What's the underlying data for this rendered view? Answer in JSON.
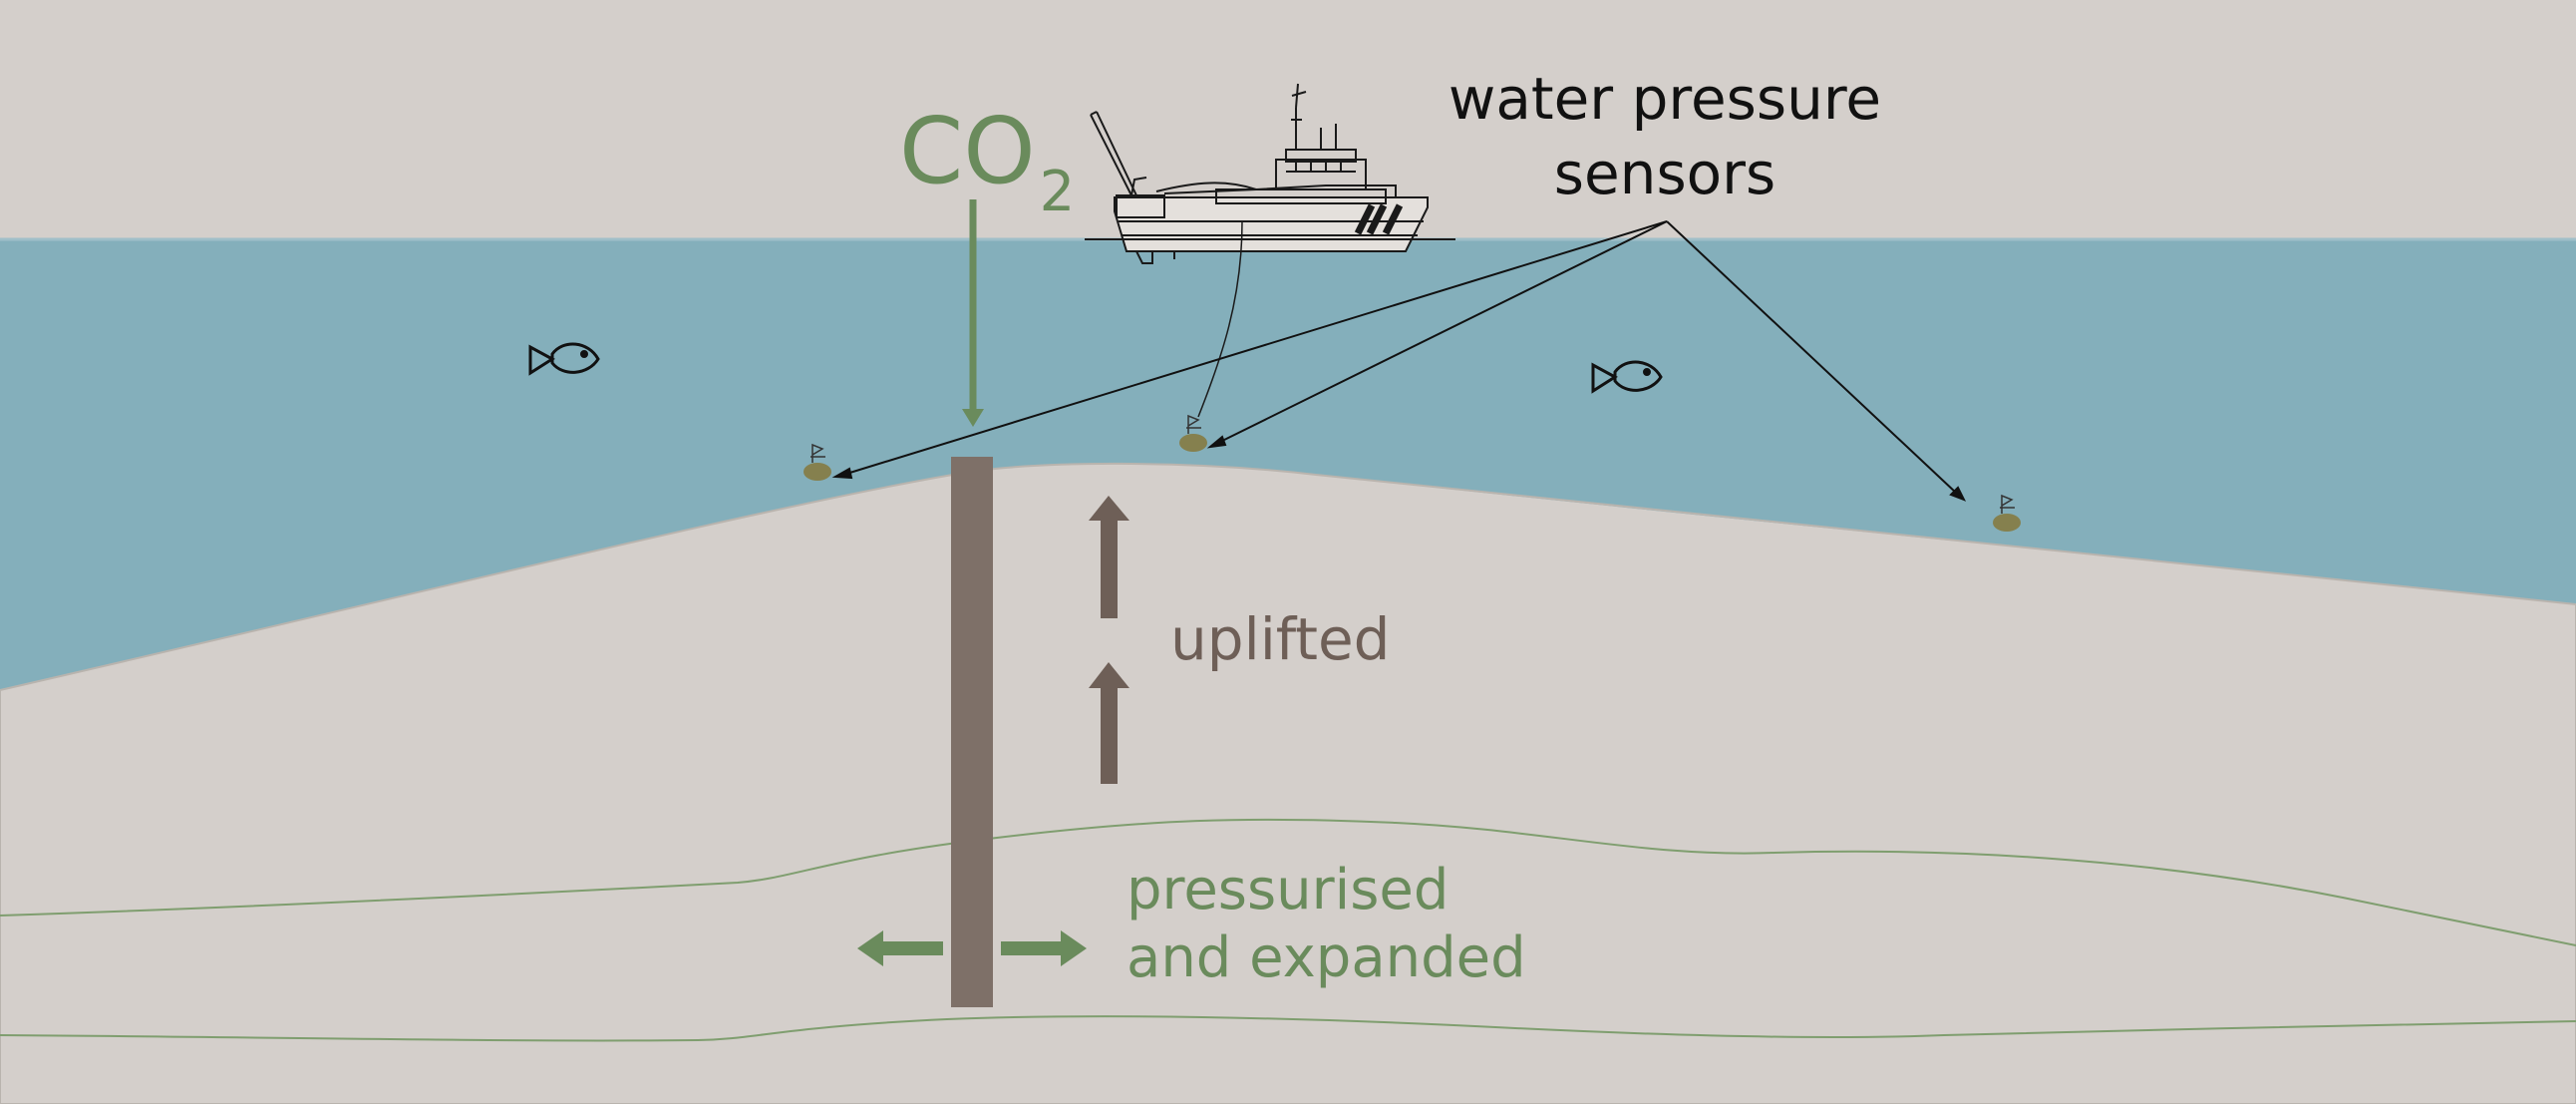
{
  "labels": {
    "co2_main": "CO",
    "co2_sub": "2",
    "sensors_line1": "water pressure",
    "sensors_line2": "sensors",
    "uplifted": "uplifted",
    "pressurised_line1": "pressurised",
    "pressurised_line2": "and expanded"
  },
  "colors": {
    "sky": "#d4cfcb",
    "sea": "#84afbb",
    "seabed": "#d4cfcb",
    "well": "#7e7068",
    "uplift_arrow": "#6e5f57",
    "co2_green": "#6a8b5c",
    "text_dark": "#111111",
    "sensor": "#85804e"
  },
  "icons": {
    "ship": "ship-icon",
    "fish": "fish-icon",
    "sensor": "sensor-buoy-icon"
  }
}
